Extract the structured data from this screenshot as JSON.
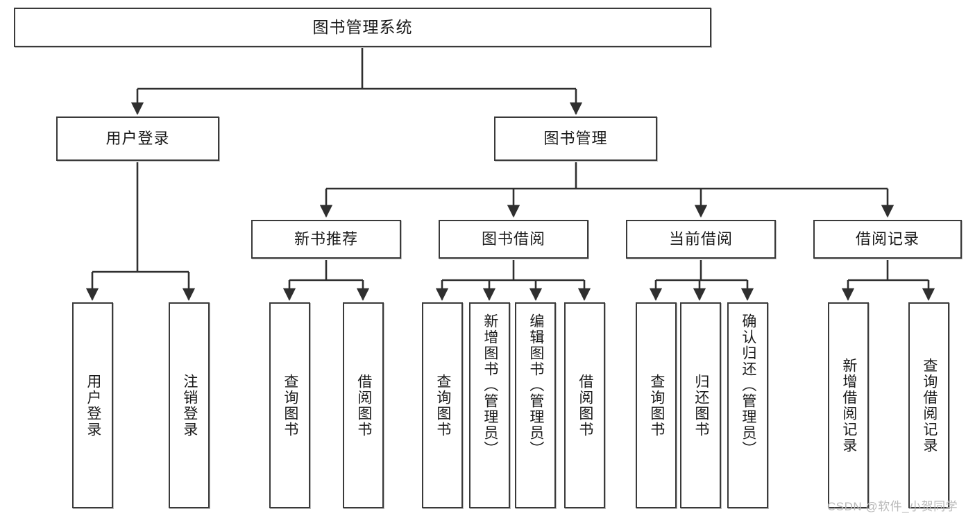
{
  "diagram": {
    "type": "tree-hierarchy-flowchart",
    "title": "图书管理系统",
    "watermark": "CSDN @软件_小贺同学",
    "colors": {
      "box_border": "#3a3a3a",
      "box_fill": "#ffffff",
      "edge": "#2f2f2f",
      "text": "#1a1a1a",
      "watermark": "#b9b9b9"
    },
    "levels": {
      "level1": [
        "图书管理系统"
      ],
      "level2": [
        "用户登录",
        "图书管理"
      ],
      "level3": [
        "新书推荐",
        "图书借阅",
        "当前借阅",
        "借阅记录"
      ],
      "level4": [
        "用户登录",
        "注销登录",
        "查询图书",
        "借阅图书",
        "查询图书",
        "新增图书（管理员）",
        "编辑图书（管理员）",
        "借阅图书",
        "查询图书",
        "归还图书",
        "确认归还（管理员）",
        "新增借阅记录",
        "查询借阅记录"
      ]
    },
    "nodes": {
      "root": {
        "label": "图书管理系统"
      },
      "user_login": {
        "label": "用户登录"
      },
      "book_manage": {
        "label": "图书管理"
      },
      "new_book_rec": {
        "label": "新书推荐"
      },
      "book_borrow": {
        "label": "图书借阅"
      },
      "current_borrow": {
        "label": "当前借阅"
      },
      "borrow_record": {
        "label": "借阅记录"
      },
      "leaf_user_login": {
        "label": "用户登录"
      },
      "leaf_logout": {
        "label": "注销登录"
      },
      "leaf_query_book_a": {
        "label": "查询图书"
      },
      "leaf_borrow_book_a": {
        "label": "借阅图书"
      },
      "leaf_query_book_b": {
        "label": "查询图书"
      },
      "leaf_add_book": {
        "label": "新增图书（管理员）"
      },
      "leaf_edit_book": {
        "label": "编辑图书（管理员）"
      },
      "leaf_borrow_book_b": {
        "label": "借阅图书"
      },
      "leaf_query_book_c": {
        "label": "查询图书"
      },
      "leaf_return_book": {
        "label": "归还图书"
      },
      "leaf_confirm_return": {
        "label": "确认归还（管理员）"
      },
      "leaf_add_record": {
        "label": "新增借阅记录"
      },
      "leaf_query_record": {
        "label": "查询借阅记录"
      }
    },
    "edges": [
      {
        "from": "图书管理系统",
        "to": "用户登录"
      },
      {
        "from": "图书管理系统",
        "to": "图书管理"
      },
      {
        "from": "图书管理",
        "to": "新书推荐"
      },
      {
        "from": "图书管理",
        "to": "图书借阅"
      },
      {
        "from": "图书管理",
        "to": "当前借阅"
      },
      {
        "from": "图书管理",
        "to": "借阅记录"
      },
      {
        "from": "用户登录",
        "to": "用户登录"
      },
      {
        "from": "用户登录",
        "to": "注销登录"
      },
      {
        "from": "新书推荐",
        "to": "查询图书"
      },
      {
        "from": "新书推荐",
        "to": "借阅图书"
      },
      {
        "from": "图书借阅",
        "to": "查询图书"
      },
      {
        "from": "图书借阅",
        "to": "新增图书（管理员）"
      },
      {
        "from": "图书借阅",
        "to": "编辑图书（管理员）"
      },
      {
        "from": "图书借阅",
        "to": "借阅图书"
      },
      {
        "from": "当前借阅",
        "to": "查询图书"
      },
      {
        "from": "当前借阅",
        "to": "归还图书"
      },
      {
        "from": "当前借阅",
        "to": "确认归还（管理员）"
      },
      {
        "from": "借阅记录",
        "to": "新增借阅记录"
      },
      {
        "from": "借阅记录",
        "to": "查询借阅记录"
      }
    ]
  }
}
